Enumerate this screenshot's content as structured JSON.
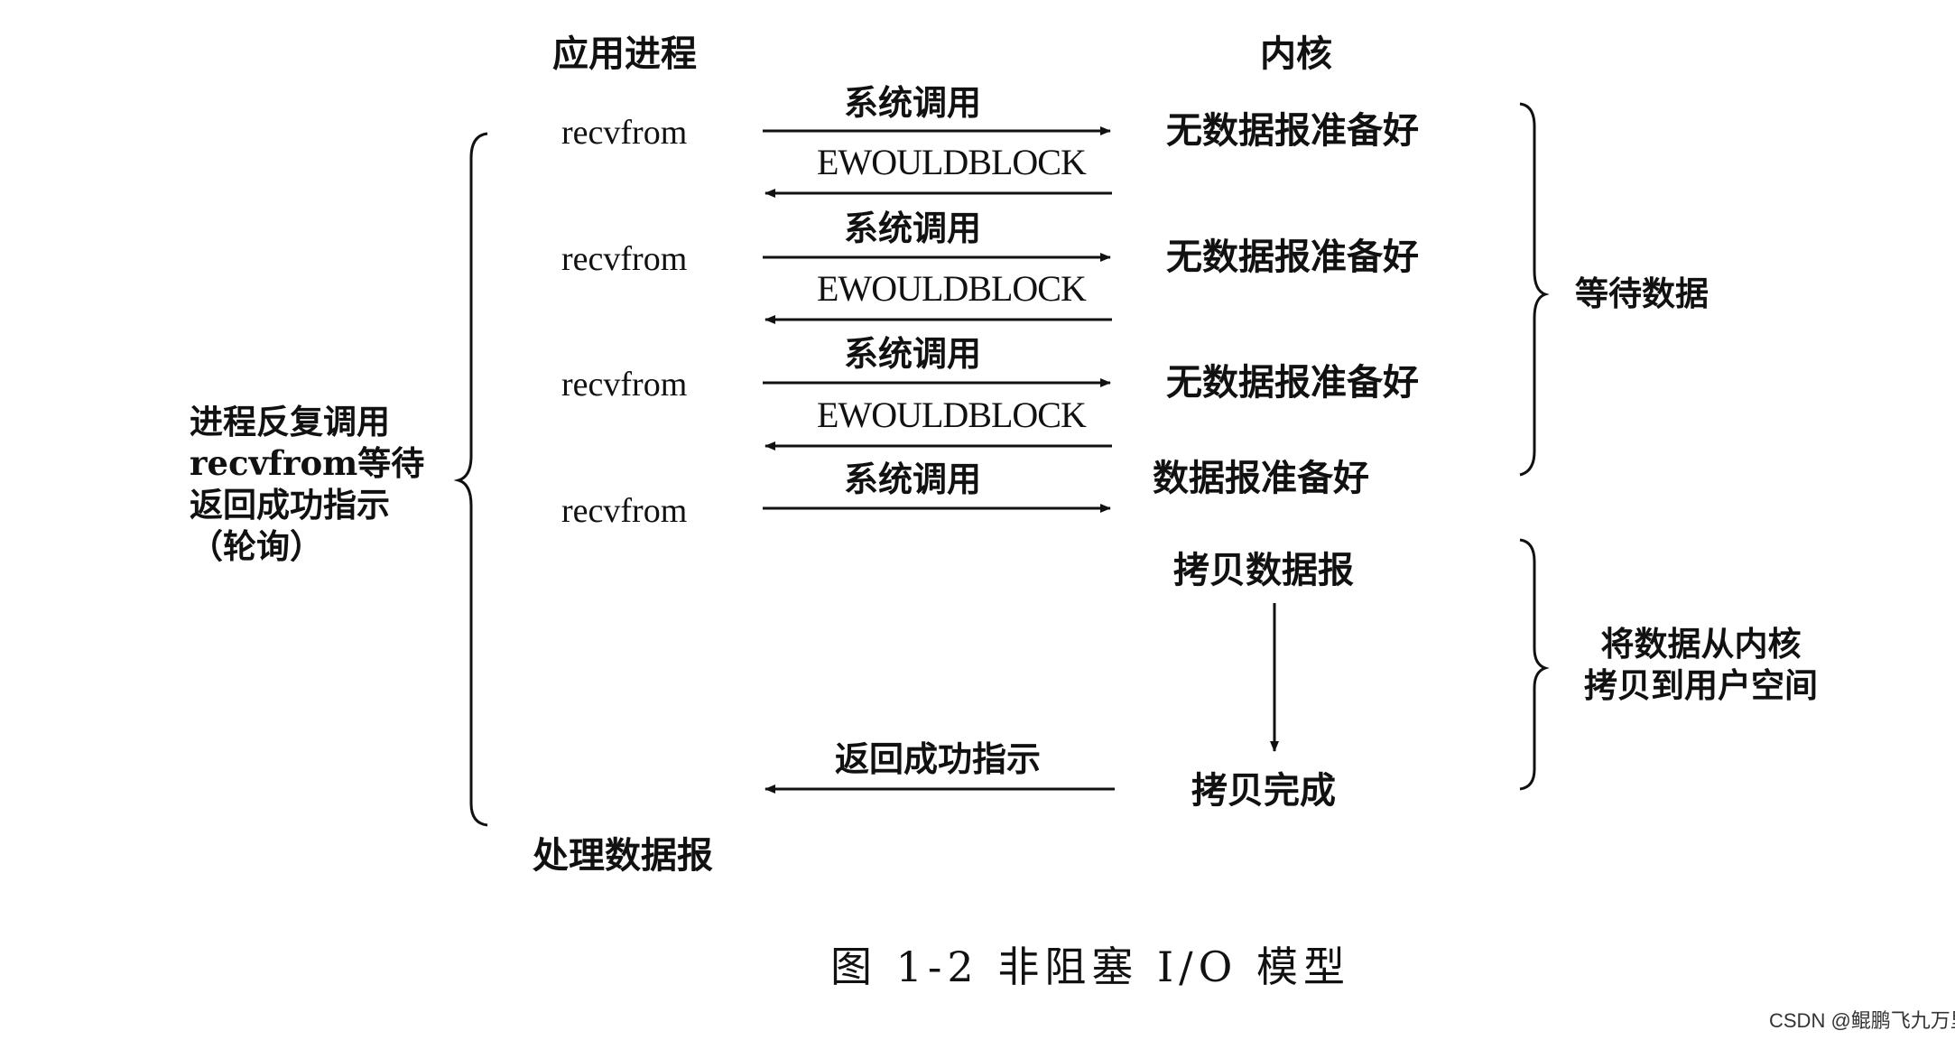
{
  "headers": {
    "process": "应用进程",
    "kernel": "内核"
  },
  "rows": [
    {
      "call": "recvfrom",
      "syscall": "系统调用",
      "reply": "EWOULDBLOCK",
      "kernel_state": "无数据报准备好"
    },
    {
      "call": "recvfrom",
      "syscall": "系统调用",
      "reply": "EWOULDBLOCK",
      "kernel_state": "无数据报准备好"
    },
    {
      "call": "recvfrom",
      "syscall": "系统调用",
      "reply": "EWOULDBLOCK",
      "kernel_state": "无数据报准备好"
    },
    {
      "call": "recvfrom",
      "syscall": "系统调用",
      "kernel_state": "数据报准备好"
    }
  ],
  "copy": {
    "start": "拷贝数据报",
    "done": "拷贝完成",
    "return_label": "返回成功指示"
  },
  "process_result": "处理数据报",
  "left_note": [
    "进程反复调用",
    "recvfrom等待",
    "返回成功指示",
    "（轮询）"
  ],
  "right_notes": {
    "wait": "等待数据",
    "copy": [
      "将数据从内核",
      "拷贝到用户空间"
    ]
  },
  "caption": "图 1-2   非阻塞 I/O 模型",
  "watermark": "CSDN @鲲鹏飞九万里"
}
